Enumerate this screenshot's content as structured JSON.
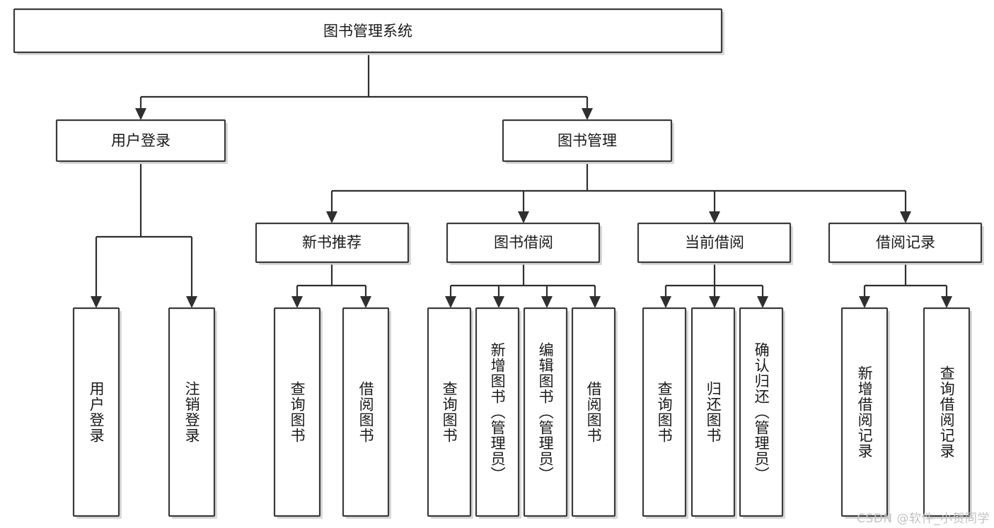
{
  "diagram": {
    "type": "tree-hierarchy",
    "title": "图书管理系统",
    "orientation": "top-down",
    "watermark": "CSDN @软件_小贺同学",
    "colors": {
      "background": "#ffffff",
      "node_fill": "#ffffff",
      "node_stroke": "#3b3b3b",
      "connector": "#2f2f2f",
      "text": "#1a1a1a",
      "watermark": "#c2c2c2"
    },
    "levels": {
      "root": 1,
      "modules": 2,
      "submodules": 3,
      "functions": 4
    },
    "nodes": {
      "root": {
        "label": "图书管理系统",
        "orientation": "horizontal"
      },
      "level2": [
        {
          "id": "user-login",
          "label": "用户登录",
          "orientation": "horizontal"
        },
        {
          "id": "book-manage",
          "label": "图书管理",
          "orientation": "horizontal"
        }
      ],
      "level3": [
        {
          "id": "new-book-recommend",
          "label": "新书推荐",
          "orientation": "horizontal",
          "parent": "book-manage"
        },
        {
          "id": "book-borrow",
          "label": "图书借阅",
          "orientation": "horizontal",
          "parent": "book-manage"
        },
        {
          "id": "current-borrow",
          "label": "当前借阅",
          "orientation": "horizontal",
          "parent": "book-manage"
        },
        {
          "id": "borrow-record",
          "label": "借阅记录",
          "orientation": "horizontal",
          "parent": "book-manage"
        }
      ],
      "leaves": [
        {
          "id": "leaf-user-login",
          "label": "用户登录",
          "orientation": "vertical",
          "parent": "user-login"
        },
        {
          "id": "leaf-user-logout",
          "label": "注销登录",
          "orientation": "vertical",
          "parent": "user-login"
        },
        {
          "id": "leaf-query-book-recommend",
          "label": "查询图书",
          "orientation": "vertical",
          "parent": "new-book-recommend"
        },
        {
          "id": "leaf-borrow-book-recommend",
          "label": "借阅图书",
          "orientation": "vertical",
          "parent": "new-book-recommend"
        },
        {
          "id": "leaf-query-book-borrow",
          "label": "查询图书",
          "orientation": "vertical",
          "parent": "book-borrow"
        },
        {
          "id": "leaf-add-book-admin",
          "label": "新增图书（管理员）",
          "orientation": "vertical",
          "parent": "book-borrow"
        },
        {
          "id": "leaf-edit-book-admin",
          "label": "编辑图书（管理员）",
          "orientation": "vertical",
          "parent": "book-borrow"
        },
        {
          "id": "leaf-borrow-book",
          "label": "借阅图书",
          "orientation": "vertical",
          "parent": "book-borrow"
        },
        {
          "id": "leaf-query-book-current",
          "label": "查询图书",
          "orientation": "vertical",
          "parent": "current-borrow"
        },
        {
          "id": "leaf-return-book",
          "label": "归还图书",
          "orientation": "vertical",
          "parent": "current-borrow"
        },
        {
          "id": "leaf-confirm-return-admin",
          "label": "确认归还（管理员）",
          "orientation": "vertical",
          "parent": "current-borrow"
        },
        {
          "id": "leaf-add-borrow-record",
          "label": "新增借阅记录",
          "orientation": "vertical",
          "parent": "borrow-record"
        },
        {
          "id": "leaf-query-borrow-record",
          "label": "查询借阅记录",
          "orientation": "vertical",
          "parent": "borrow-record"
        }
      ]
    }
  }
}
